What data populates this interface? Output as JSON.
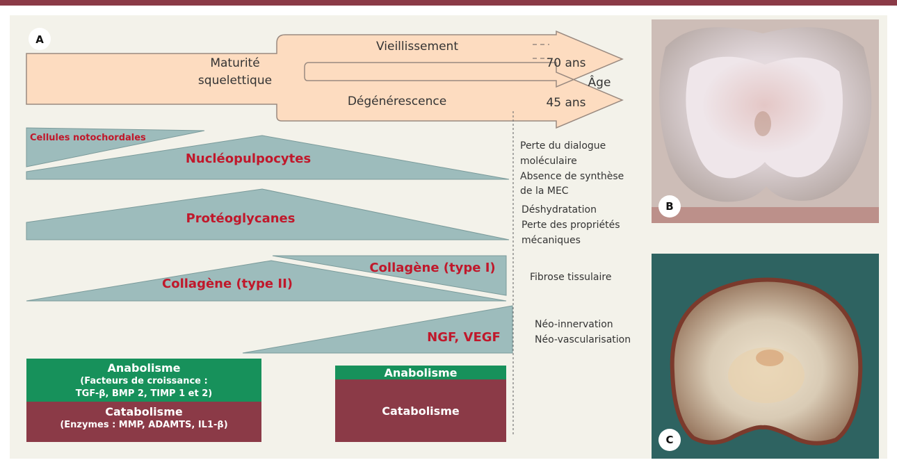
{
  "panel_labels": {
    "a": "A",
    "b": "B",
    "c": "C"
  },
  "timeline": {
    "maturity_line1": "Maturité",
    "maturity_line2": "squelettique",
    "aging": "Vieillissement",
    "aging_age": "70 ans",
    "degeneration": "Dégénérescence",
    "degeneration_age": "45 ans",
    "age_axis": "Âge"
  },
  "components": {
    "notochordal_cells": "Cellules notochordales",
    "nucleopulpocytes": "Nucléopulpocytes",
    "proteoglycans": "Protéoglycanes",
    "collagen_type2": "Collagène (type II)",
    "collagen_type1": "Collagène (type I)",
    "ngf_vegf": "NGF, VEGF"
  },
  "notes": {
    "cells": [
      "Perte du dialogue",
      "moléculaire",
      "Absence de synthèse",
      "de la MEC"
    ],
    "proteoglycans": [
      "Déshydratation",
      "Perte des propriétés",
      "mécaniques"
    ],
    "collagen": [
      "Fibrose tissulaire"
    ],
    "factors": [
      "Néo-innervation",
      "Néo-vascularisation"
    ]
  },
  "balance_healthy": {
    "anabolism_title": "Anabolisme",
    "anabolism_line1": "(Facteurs de croissance :",
    "anabolism_line2": "TGF-β, BMP 2, TIMP 1 et 2)",
    "catabolism_title": "Catabolisme",
    "catabolism_line1": "(Enzymes : MMP, ADAMTS, IL1-β)"
  },
  "balance_degenerated": {
    "anabolism_title": "Anabolisme",
    "catabolism_title": "Catabolisme"
  },
  "colors": {
    "frame_bar": "#8b3a47",
    "panel_bg": "#f3f2ea",
    "arrow_fill": "#fddcc0",
    "wedge_fill": "#9dbcbc",
    "label_red": "#c0182b",
    "anabolism_green": "#17915b",
    "catabolism_maroon": "#8b3a47"
  }
}
